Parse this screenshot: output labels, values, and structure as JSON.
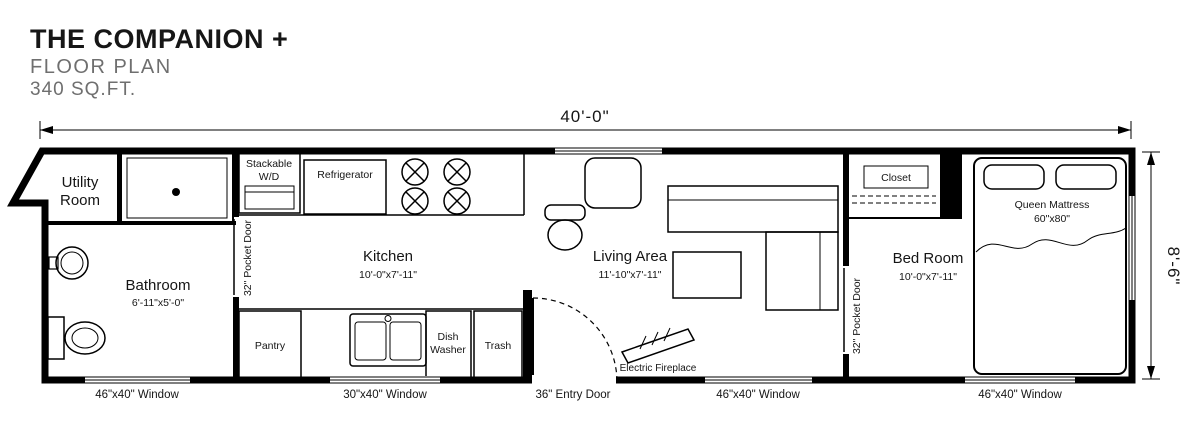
{
  "title_block": {
    "title": "THE COMPANION +",
    "subtitle": "FLOOR PLAN",
    "area": "340 SQ.FT."
  },
  "dimensions": {
    "width": "40'-0\"",
    "height": "8'-6\""
  },
  "rooms": {
    "utility": {
      "line1": "Utility",
      "line2": "Room"
    },
    "bathroom": {
      "name": "Bathroom",
      "size": "6'-11\"x5'-0\""
    },
    "kitchen": {
      "name": "Kitchen",
      "size": "10'-0\"x7'-11\""
    },
    "living": {
      "name": "Living Area",
      "size": "11'-10\"x7'-11\""
    },
    "bedroom": {
      "name": "Bed Room",
      "size": "10'-0\"x7'-11\""
    },
    "closet": {
      "name": "Closet"
    }
  },
  "fixtures": {
    "stackable_line1": "Stackable",
    "stackable_line2": "W/D",
    "refrigerator": "Refrigerator",
    "pantry": "Pantry",
    "dishwasher_line1": "Dish",
    "dishwasher_line2": "Washer",
    "trash": "Trash",
    "queen_line1": "Queen Mattress",
    "queen_line2": "60\"x80\"",
    "fireplace": "Electric Fireplace",
    "pocket_door_bath": "32\" Pocket Door",
    "pocket_door_bedroom": "32\" Pocket Door"
  },
  "openings": {
    "window_bathroom": "46\"x40\" Window",
    "window_kitchen": "30\"x40\" Window",
    "entry_door": "36\" Entry Door",
    "window_living": "46\"x40\" Window",
    "window_bedroom": "46\"x40\" Window"
  },
  "colors": {
    "wall": "#000000",
    "text": "#151515",
    "muted": "#6f6f6f"
  }
}
